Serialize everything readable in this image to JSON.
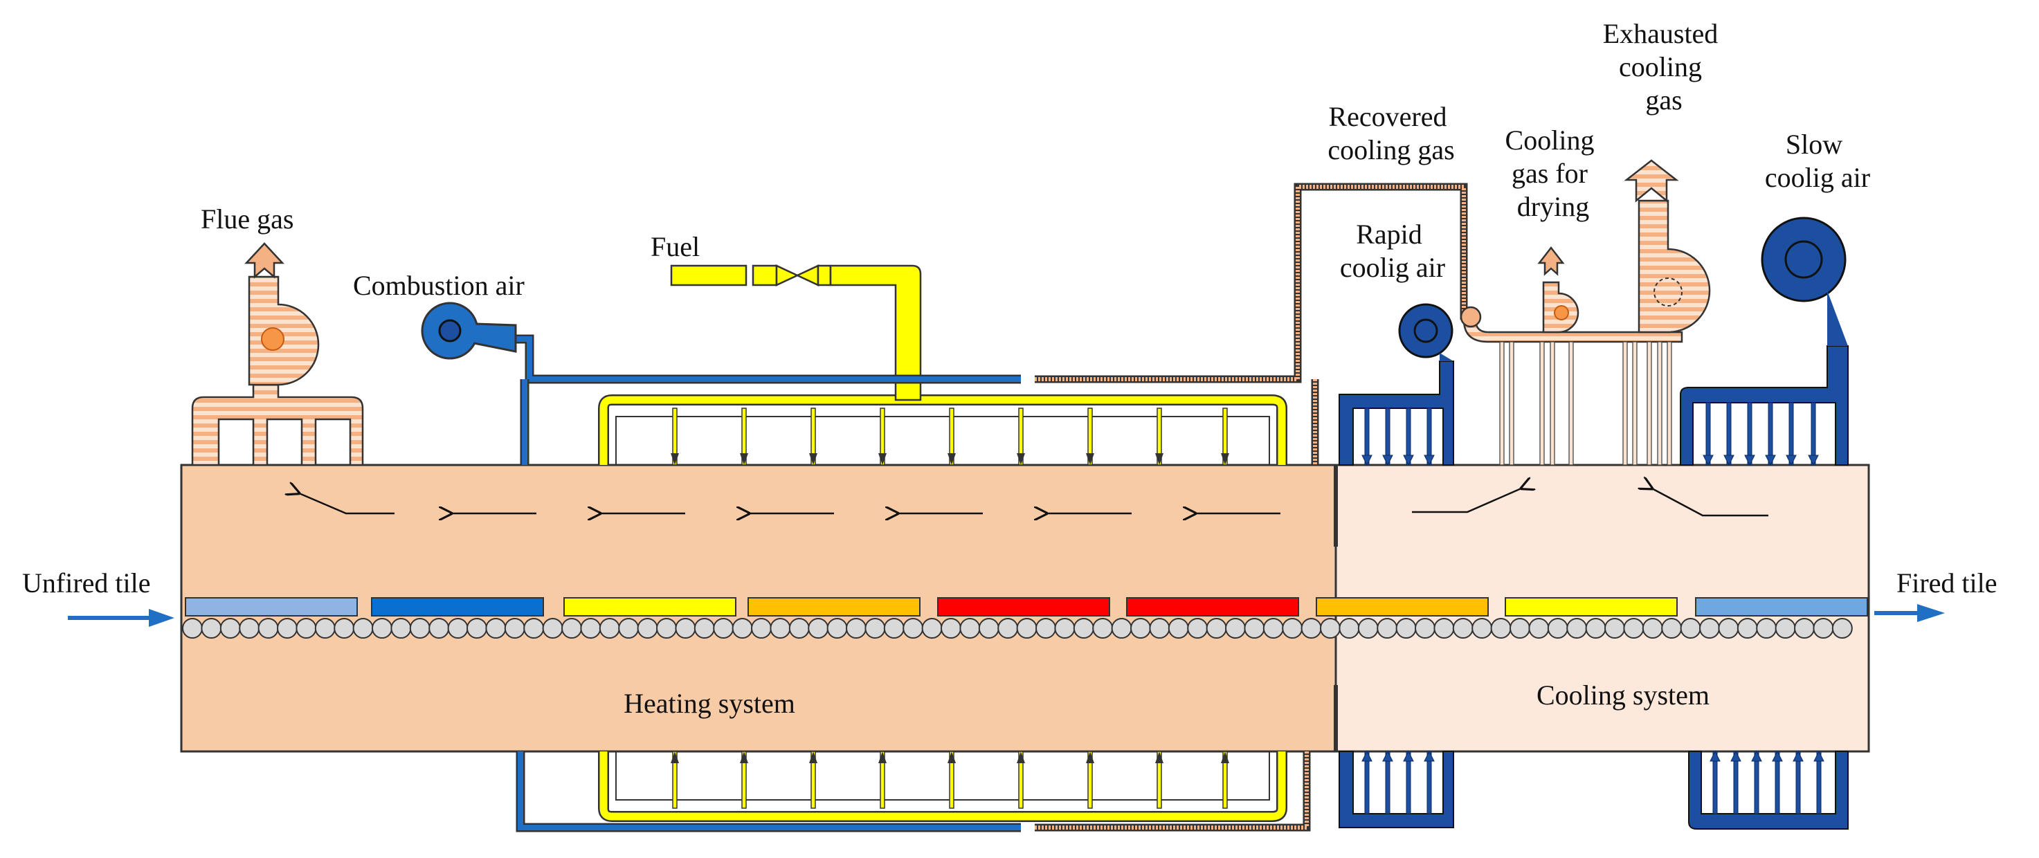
{
  "labels": {
    "flue_gas": "Flue gas",
    "combustion_air": "Combustion air",
    "fuel": "Fuel",
    "recovered_cooling_gas": [
      "Recovered",
      "cooling  gas"
    ],
    "rapid_cooling_air": [
      "Rapid",
      "coolig air"
    ],
    "cooling_gas_for_drying": [
      "Cooling",
      "gas for",
      "drying"
    ],
    "exhausted_cooling_gas": [
      "Exhausted",
      "cooling",
      "gas"
    ],
    "slow_cooling_air": [
      "Slow",
      "coolig air"
    ],
    "unfired_tile": "Unfired tile",
    "fired_tile": "Fired tile",
    "heating_system": "Heating system",
    "cooling_system": "Cooling system"
  },
  "colors": {
    "heating_zone": "#f8cba7",
    "cooling_zone": "#fde9dc",
    "blue_duct": "#1f6fc5",
    "dark_blue_fan": "#1c4fa0",
    "yellow_fuel": "#ffff00",
    "orange_gas": "#f4b183",
    "roller": "#d9d9d9"
  },
  "tiles": [
    {
      "color": "#8eb4e3"
    },
    {
      "color": "#0b6fcf"
    },
    {
      "color": "#ffff00"
    },
    {
      "color": "#ffc000"
    },
    {
      "color": "#ff0000"
    },
    {
      "color": "#ff0000"
    },
    {
      "color": "#ffc000"
    },
    {
      "color": "#ffff00"
    },
    {
      "color": "#6fa8e0"
    }
  ]
}
